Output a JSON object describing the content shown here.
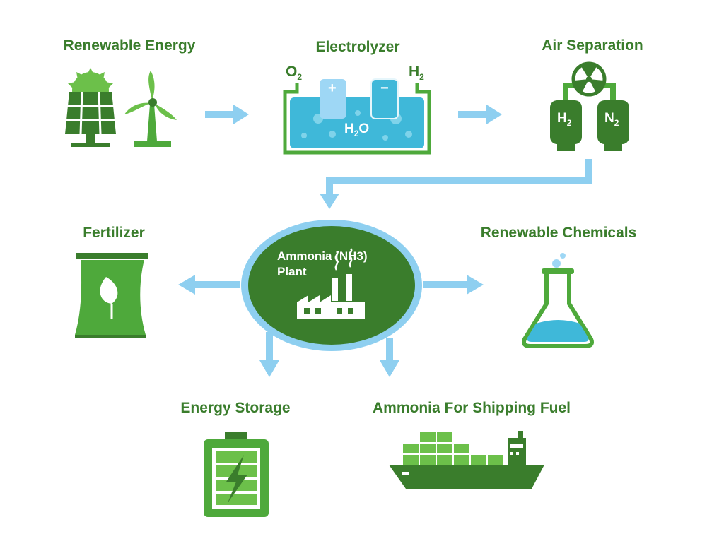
{
  "labels": {
    "renewable_energy": "Renewable Energy",
    "electrolyzer": "Electrolyzer",
    "air_separation": "Air Separation",
    "fertilizer": "Fertilizer",
    "renewable_chemicals": "Renewable Chemicals",
    "energy_storage": "Energy Storage",
    "shipping_fuel": "Ammonia For Shipping Fuel"
  },
  "plant": {
    "line1": "Ammonia (NH3)",
    "line2": "Plant"
  },
  "electrolyzer": {
    "o": "O",
    "o_sub": "2",
    "h": "H",
    "h_sub": "2",
    "plus": "+",
    "minus": "−",
    "water": "H",
    "water_sub": "2",
    "water_o": "O"
  },
  "air_sep": {
    "h": "H",
    "h_sub": "2",
    "n": "N",
    "n_sub": "2"
  },
  "colors": {
    "dark_green": "#3a7d2c",
    "mid_green": "#4ea93b",
    "light_green": "#6cc04a",
    "arrow_blue": "#8ecff0",
    "water_blue": "#3fb8d9"
  }
}
